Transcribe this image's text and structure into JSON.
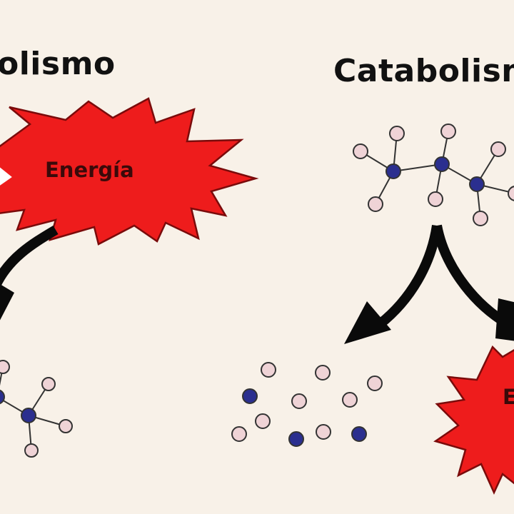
{
  "headings": {
    "left": "olismo",
    "right": "Catabolism"
  },
  "bursts": {
    "left_label": "Energía",
    "right_label": "E"
  },
  "colors": {
    "background": "#f8f1e8",
    "burst_fill": "#ee1c1c",
    "burst_stroke": "#7a0b0b",
    "arrow": "#0a0a0a",
    "atom_light": "#efd3d6",
    "atom_dark": "#2b2f8f",
    "atom_stroke": "#333333",
    "bond": "#333333"
  },
  "icons": {
    "arrow_shape": "curved-arrow-icon",
    "burst_shape": "starburst-icon",
    "atom_shape": "circle"
  }
}
